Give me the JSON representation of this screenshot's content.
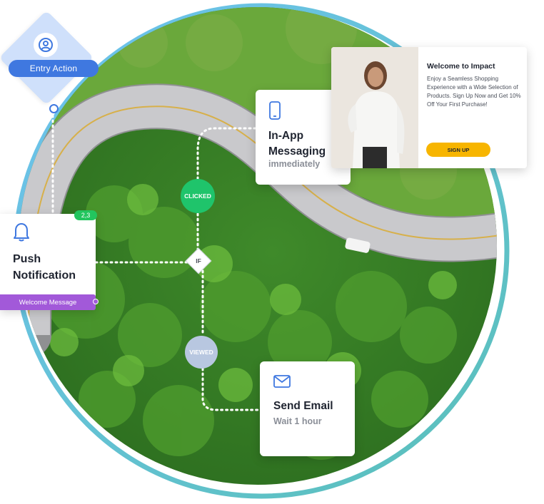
{
  "entry": {
    "label": "Entry Action",
    "icon": "user-circle-icon"
  },
  "push": {
    "title_line1": "Push",
    "title_line2": "Notification",
    "badge": "2,3",
    "message_label": "Welcome Message",
    "icon": "bell-icon"
  },
  "decision": {
    "clicked": "CLICKED",
    "if": "IF",
    "viewed": "VIEWED"
  },
  "inapp": {
    "title_line1": "In-App",
    "title_line2": "Messaging",
    "subtitle": "immediately",
    "icon": "phone-icon"
  },
  "email": {
    "title": "Send Email",
    "subtitle": "Wait 1 hour",
    "icon": "envelope-icon"
  },
  "popup": {
    "title": "Welcome to Impact",
    "body": "Enjoy a Seamless Shopping Experience with a Wide Selection of Products. Sign Up Now and Get 10% Off Your First Purchase!",
    "button": "SIGN UP"
  },
  "colors": {
    "blue": "#3f78e0",
    "green": "#1fc46b",
    "purple": "#a259d9",
    "yellow": "#f7b500",
    "ring": "#5bb6e8"
  }
}
